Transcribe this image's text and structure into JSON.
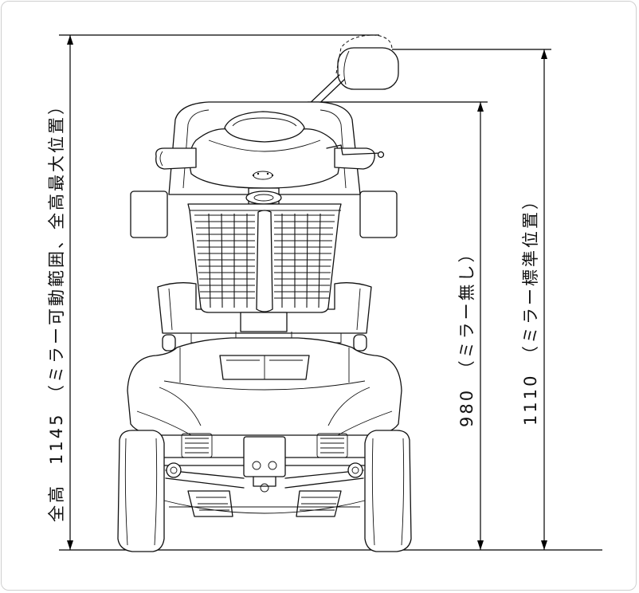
{
  "labels": {
    "total_height": "全高　1145　（ミラー可動範囲、全高最大位置）",
    "no_mirror": "980　（ミラー無し）",
    "mirror_standard": "1110　（ミラー標準位置）"
  },
  "colors": {
    "line": "#111111",
    "frame_border": "#cfcfcf"
  }
}
